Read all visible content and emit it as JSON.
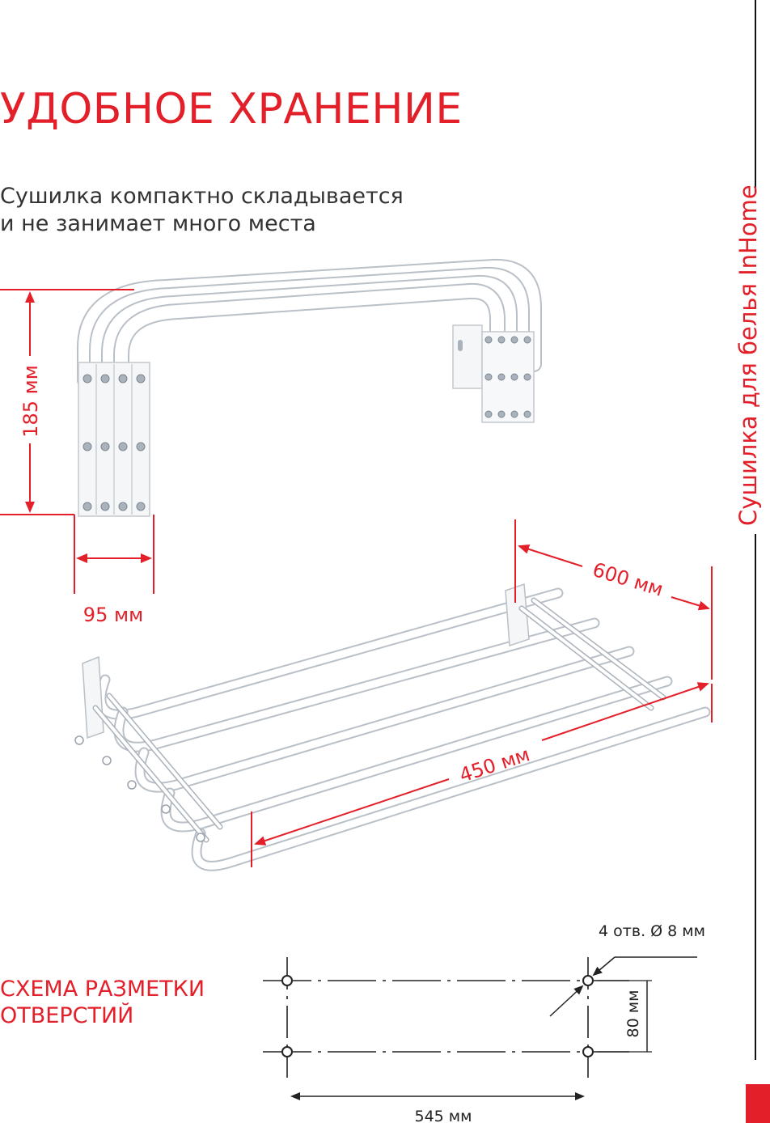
{
  "header": {
    "title": "УДОБНОЕ ХРАНЕНИЕ",
    "subtitle_line1": "Сушилка компактно складывается",
    "subtitle_line2": "и не занимает много места"
  },
  "side_label": "Сушилка для белья InHome",
  "dimensions": {
    "folded_height": "185 мм",
    "folded_depth": "95 мм",
    "extended_depth": "600 мм",
    "width": "450 мм"
  },
  "scheme": {
    "title_line1": "СХЕМА РАЗМЕТКИ",
    "title_line2": "ОТВЕРСТИЙ",
    "holes_note": "4 отв. Ø 8 мм",
    "vertical_spacing": "80 мм",
    "horizontal_spacing": "545 мм"
  },
  "colors": {
    "accent": "#e3202a",
    "text": "#333333",
    "product": "#ffffff"
  }
}
